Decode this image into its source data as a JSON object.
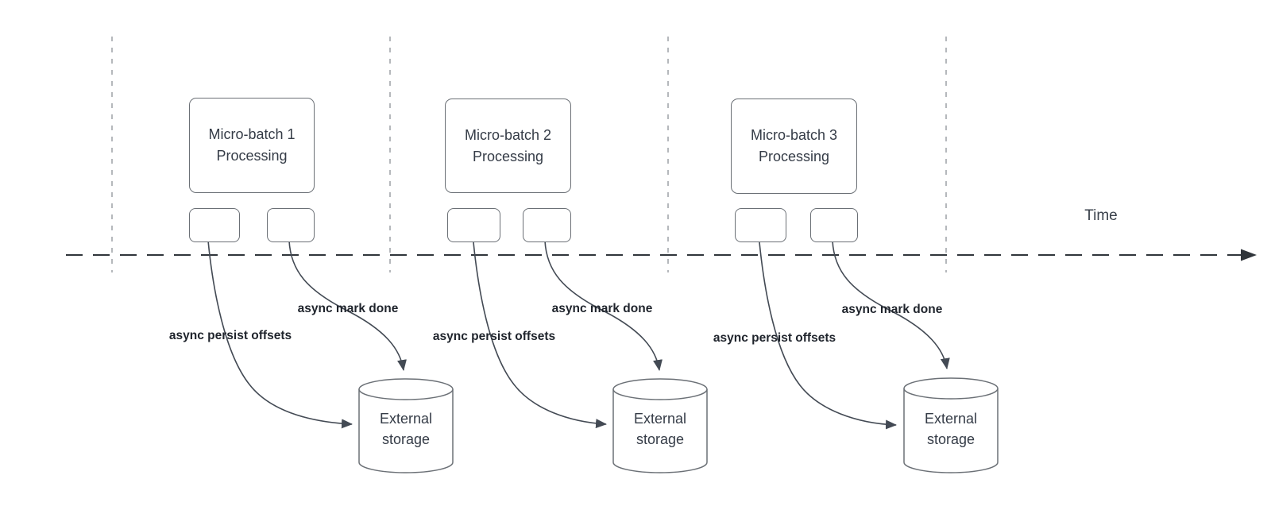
{
  "timeline": {
    "label": "Time"
  },
  "sections": [
    {
      "box_label": "Micro-batch 1 Processing",
      "persist_label": "async persist offsets",
      "mark_done_label": "async mark done",
      "storage_label": "External storage"
    },
    {
      "box_label": "Micro-batch 2 Processing",
      "persist_label": "async persist offsets",
      "mark_done_label": "async mark done",
      "storage_label": "External storage"
    },
    {
      "box_label": "Micro-batch 3 Processing",
      "persist_label": "async persist offsets",
      "mark_done_label": "async mark done",
      "storage_label": "External storage"
    }
  ],
  "colors": {
    "background": "#ffffff",
    "shape_border": "#6b7076",
    "curve_stroke": "#434a54",
    "timeline_stroke": "#30353b",
    "guide_stroke": "#b5b8bc",
    "text": "#353c47",
    "bold_label_text": "#1f242c"
  }
}
